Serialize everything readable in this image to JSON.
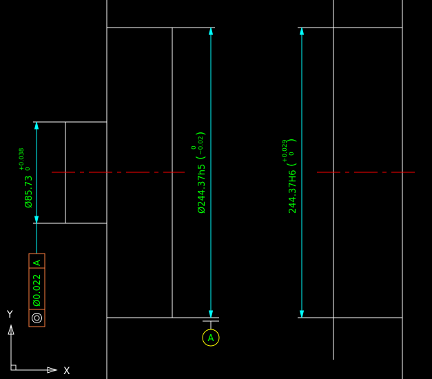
{
  "colors": {
    "background": "#000000",
    "geometry": "#ffffff",
    "dimension": "#00ffff",
    "dimension_text": "#00ff00",
    "centerline": "#ff0000",
    "datum_symbol": "#ffff00",
    "frame": "#ff8040"
  },
  "dimensions": {
    "shaft_small": {
      "main": "Ø85.73",
      "tol_upper": "+0.038",
      "tol_lower": "0"
    },
    "shaft_large": {
      "main": "Ø244.37h5",
      "paren_open": "(",
      "tol_upper": "0",
      "tol_lower": "−0.02",
      "paren_close": ")"
    },
    "bore": {
      "main": "244.37H6",
      "paren_open": "(",
      "tol_upper": "+0.029",
      "tol_lower": "0",
      "paren_close": ")"
    }
  },
  "feature_control_frame": {
    "symbol_icon": "concentricity-icon",
    "tolerance": "Ø0.022",
    "datum_ref": "A"
  },
  "datum": {
    "label": "A"
  },
  "ucs": {
    "x_label": "X",
    "y_label": "Y"
  }
}
